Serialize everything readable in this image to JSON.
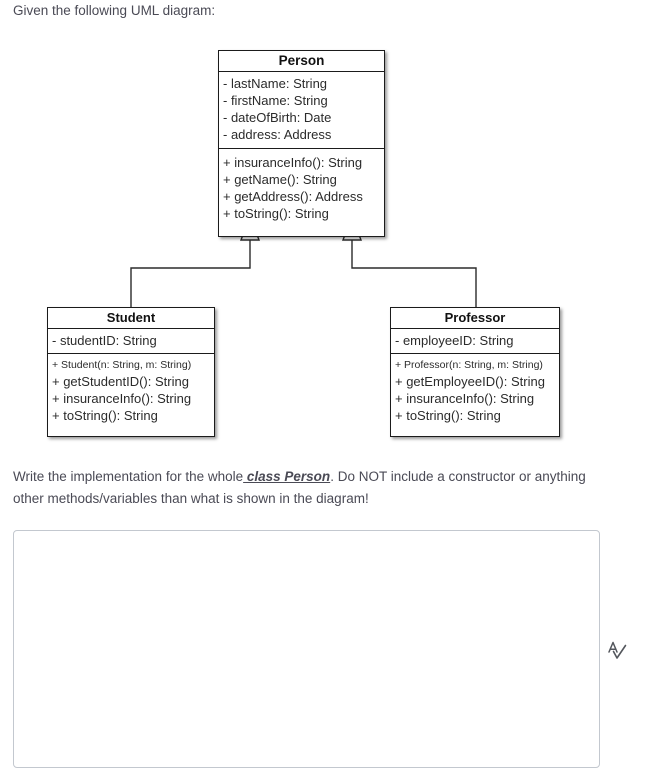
{
  "prompt": {
    "top": "Given the following UML diagram:",
    "bottom_before": "Write the implementation for the whole",
    "bottom_emph": " class Person",
    "bottom_after": ". Do NOT include a constructor or anything other methods/variables than what is shown in the diagram!"
  },
  "diagram": {
    "type": "uml-class-diagram",
    "relationship": "generalization",
    "classes": [
      {
        "name": "Person",
        "attributes": [
          "- lastName: String",
          "- firstName: String",
          "- dateOfBirth: Date",
          "- address: Address"
        ],
        "operations": [
          "+ insuranceInfo(): String",
          "+ getName(): String",
          "+ getAddress(): Address",
          "+ toString(): String"
        ]
      },
      {
        "name": "Student",
        "attributes": [
          "- studentID: String"
        ],
        "operations": [
          "+ Student(n: String, m: String)",
          "+ getStudentID(): String",
          "+ insuranceInfo(): String",
          "+ toString(): String"
        ]
      },
      {
        "name": "Professor",
        "attributes": [
          "- employeeID: String"
        ],
        "operations": [
          "+ Professor(n: String, m: String)",
          "+ getEmployeeID(): String",
          "+ insuranceInfo(): String",
          "+ toString(): String"
        ]
      }
    ],
    "edges": [
      {
        "from": "Student",
        "to": "Person",
        "kind": "inheritance"
      },
      {
        "from": "Professor",
        "to": "Person",
        "kind": "inheritance"
      }
    ]
  },
  "answer": {
    "value": "",
    "placeholder": ""
  },
  "icons": {
    "spellcheck": "spellcheck-icon"
  },
  "colors": {
    "text": "#4a4a55",
    "diagram_stroke": "#1b1b1b",
    "field_border": "#c3c8cf",
    "background": "#ffffff"
  }
}
